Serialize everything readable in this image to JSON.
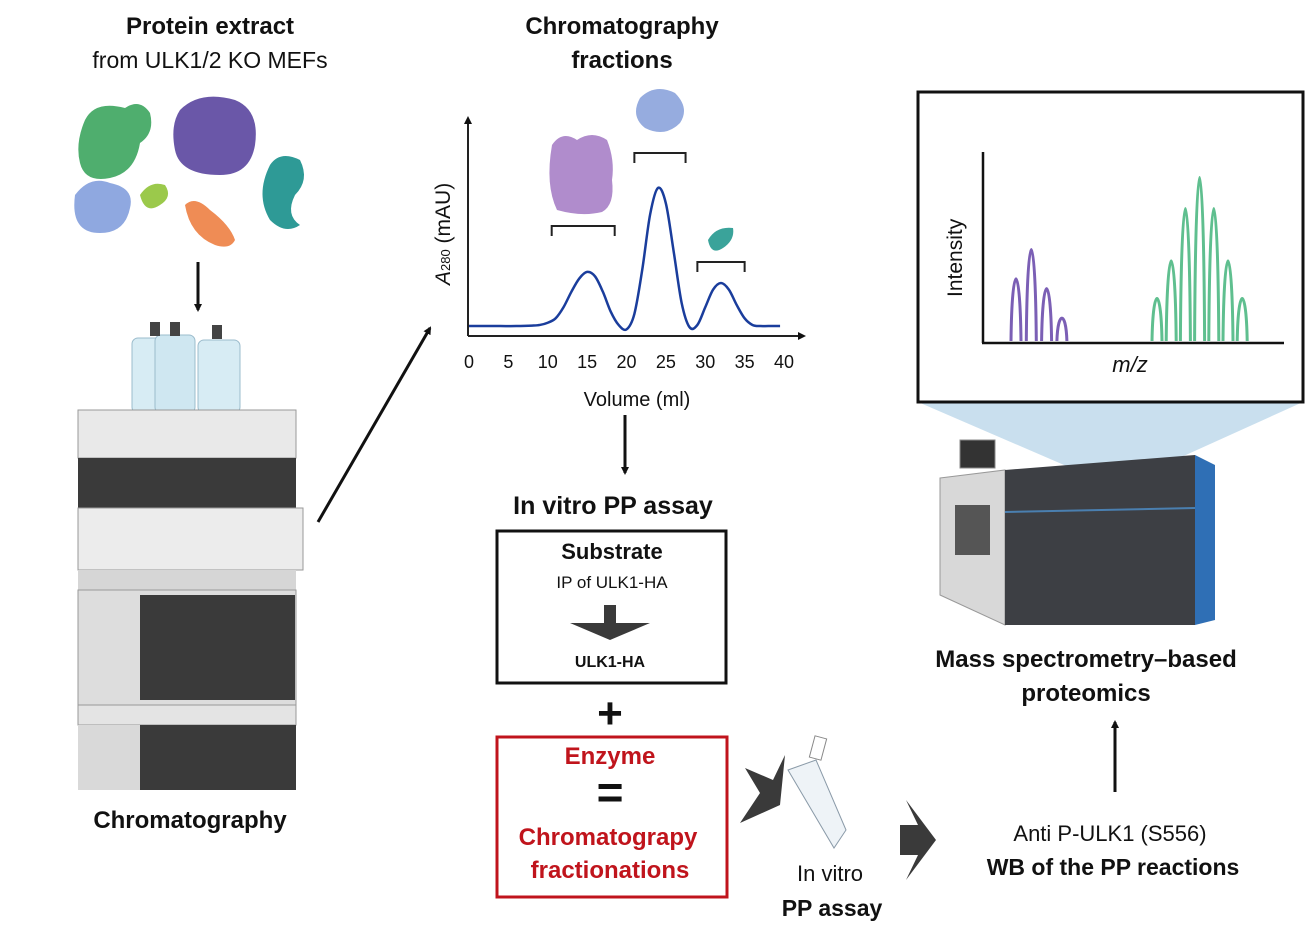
{
  "protein_extract": {
    "title": "Protein extract",
    "subtitle": "from ULK1/2 KO MEFs"
  },
  "chromatography_label": "Chromatography",
  "fractions": {
    "title_line1": "Chromatography",
    "title_line2": "fractions"
  },
  "pp_assay": {
    "title": "In vitro PP assay",
    "substrate": {
      "title": "Substrate",
      "subtitle": "IP of ULK1-HA",
      "result": "ULK1-HA"
    },
    "plus": "+",
    "enzyme": {
      "title": "Enzyme",
      "equals": "=",
      "line1": "Chromatograpy",
      "line2": "fractionations",
      "color": "#c0141c"
    },
    "tube_label_line1": "In vitro",
    "tube_label_line2": "PP assay"
  },
  "wb": {
    "line1": "Anti P-ULK1 (S556)",
    "line2": "WB of the PP reactions"
  },
  "mass_spec": {
    "line1": "Mass spectrometry–based",
    "line2": "proteomics"
  },
  "chart_data": [
    {
      "type": "line",
      "xlabel": "Volume (ml)",
      "ylabel_main": "A",
      "ylabel_sub": "280",
      "ylabel_unit": " (mAU)",
      "xlim": [
        0,
        40
      ],
      "xticks": [
        "0",
        "5",
        "10",
        "15",
        "20",
        "25",
        "30",
        "35",
        "40"
      ],
      "line_color": "#1a3d9c",
      "x": [
        0,
        2,
        4,
        6,
        8,
        9,
        10,
        11,
        12,
        13,
        14,
        15,
        16,
        17,
        18,
        19,
        20,
        21,
        22,
        23,
        24,
        25,
        26,
        27,
        28,
        29,
        30,
        31,
        32,
        33,
        34,
        35,
        36,
        37,
        38,
        39.5
      ],
      "y": [
        0.045,
        0.045,
        0.045,
        0.045,
        0.047,
        0.05,
        0.06,
        0.08,
        0.13,
        0.2,
        0.26,
        0.29,
        0.27,
        0.2,
        0.11,
        0.05,
        0.03,
        0.1,
        0.3,
        0.55,
        0.67,
        0.6,
        0.38,
        0.15,
        0.04,
        0.05,
        0.13,
        0.21,
        0.24,
        0.21,
        0.14,
        0.08,
        0.05,
        0.045,
        0.045,
        0.045
      ],
      "fraction_brackets": [
        [
          10.5,
          18.5
        ],
        [
          21,
          27.5
        ],
        [
          29,
          35
        ]
      ]
    },
    {
      "type": "line",
      "xlabel": "m/z",
      "ylabel": "Intensity",
      "series": [
        {
          "color": "#7b5fb5",
          "relative_intensities": [
            0.38,
            0.56,
            0.32,
            0.14
          ]
        },
        {
          "color": "#5fbf8f",
          "relative_intensities": [
            0.26,
            0.49,
            0.81,
            1.0,
            0.81,
            0.49,
            0.26
          ]
        }
      ]
    }
  ]
}
